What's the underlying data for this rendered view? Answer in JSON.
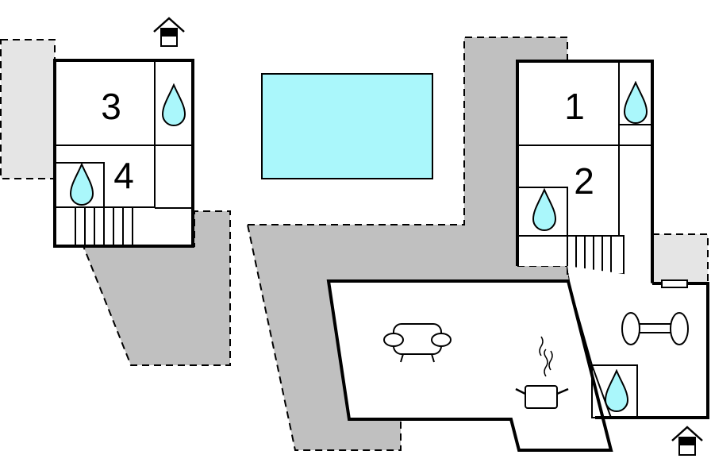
{
  "colors": {
    "water": "#aaf7fb",
    "terrace_dark": "#c0c0c0",
    "terrace_light": "#e5e5e5",
    "wall": "#000000",
    "background": "#ffffff"
  },
  "rooms": [
    {
      "label": "1"
    },
    {
      "label": "2"
    },
    {
      "label": "3"
    },
    {
      "label": "4"
    }
  ],
  "icons": {
    "bathroom": "water-drop-icon",
    "entrance": "house-entrance-icon",
    "living": "sofa-icon",
    "kitchen": "cooking-pot-icon",
    "fitness": "dumbbell-icon",
    "stairs": "stairs-icon",
    "pool": "swimming-pool"
  }
}
